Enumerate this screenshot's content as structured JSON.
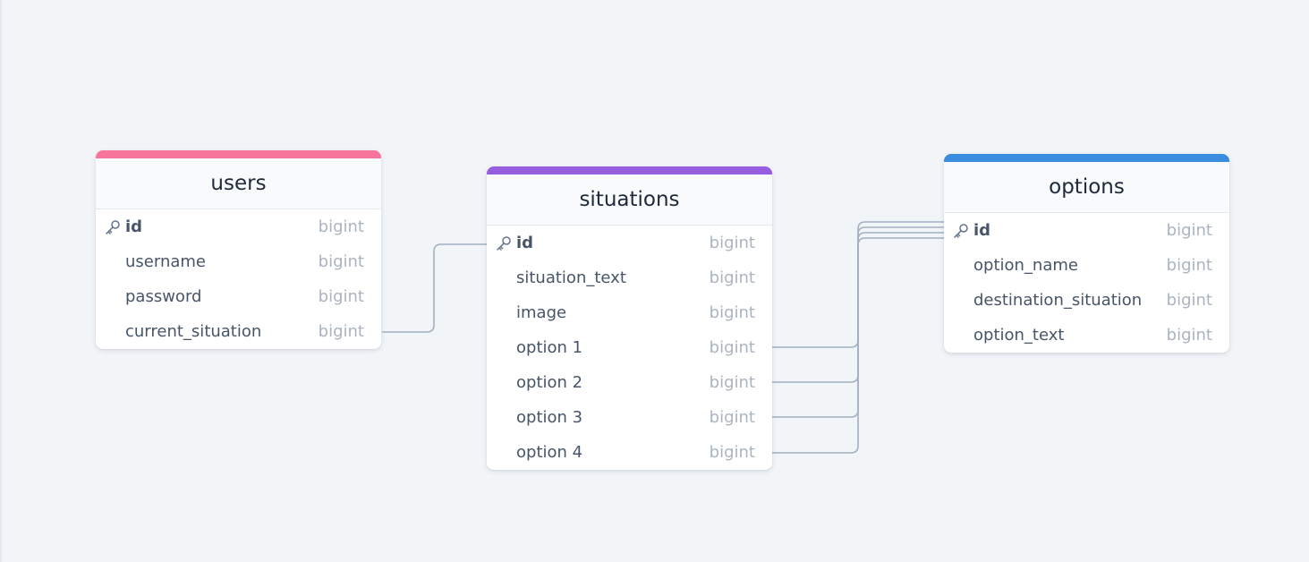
{
  "tables": {
    "users": {
      "name": "users",
      "accent": "#f7749b",
      "columns": [
        {
          "name": "id",
          "type": "bigint",
          "pk": true
        },
        {
          "name": "username",
          "type": "bigint",
          "pk": false
        },
        {
          "name": "password",
          "type": "bigint",
          "pk": false
        },
        {
          "name": "current_situation",
          "type": "bigint",
          "pk": false
        }
      ]
    },
    "situations": {
      "name": "situations",
      "accent": "#965de0",
      "columns": [
        {
          "name": "id",
          "type": "bigint",
          "pk": true
        },
        {
          "name": "situation_text",
          "type": "bigint",
          "pk": false
        },
        {
          "name": "image",
          "type": "bigint",
          "pk": false
        },
        {
          "name": "option 1",
          "type": "bigint",
          "pk": false
        },
        {
          "name": "option 2",
          "type": "bigint",
          "pk": false
        },
        {
          "name": "option 3",
          "type": "bigint",
          "pk": false
        },
        {
          "name": "option 4",
          "type": "bigint",
          "pk": false
        }
      ]
    },
    "options": {
      "name": "options",
      "accent": "#3a8dde",
      "columns": [
        {
          "name": "id",
          "type": "bigint",
          "pk": true
        },
        {
          "name": "option_name",
          "type": "bigint",
          "pk": false
        },
        {
          "name": "destination_situation",
          "type": "bigint",
          "pk": false
        },
        {
          "name": "option_text",
          "type": "bigint",
          "pk": false
        }
      ]
    }
  },
  "relations": [
    {
      "from": "users.current_situation",
      "to": "situations.id"
    },
    {
      "from": "situations.option 1",
      "to": "options.id"
    },
    {
      "from": "situations.option 2",
      "to": "options.id"
    },
    {
      "from": "situations.option 3",
      "to": "options.id"
    },
    {
      "from": "situations.option 4",
      "to": "options.id"
    }
  ],
  "colors": {
    "background": "#f1f5f8",
    "edge": "#a3b0c2"
  }
}
